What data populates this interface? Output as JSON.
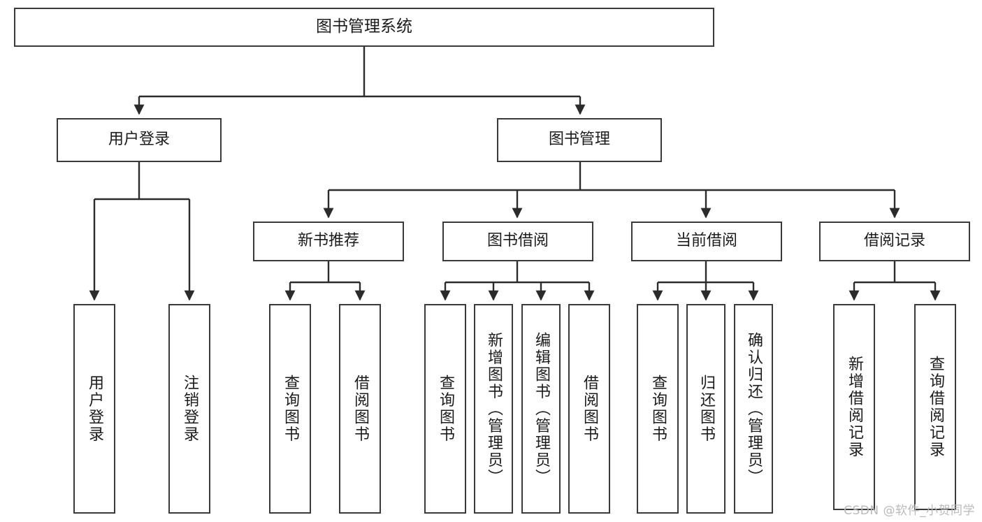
{
  "diagram": {
    "title": "图书管理系统",
    "type": "hierarchy-tree",
    "levels": 4,
    "colors": {
      "box_border": "#3a3a3a",
      "box_fill": "#ffffff",
      "edge": "#2b2b2b",
      "text": "#1b1b1b",
      "background": "#ffffff",
      "watermark": "#b9b9b9"
    },
    "root": {
      "id": "root",
      "label": "图书管理系统"
    },
    "level2": [
      {
        "id": "user-login",
        "label": "用户登录"
      },
      {
        "id": "book-manage",
        "label": "图书管理"
      }
    ],
    "level3": [
      {
        "id": "new-book-rec",
        "label": "新书推荐"
      },
      {
        "id": "book-borrow",
        "label": "图书借阅"
      },
      {
        "id": "current-borrow",
        "label": "当前借阅"
      },
      {
        "id": "borrow-record",
        "label": "借阅记录"
      }
    ],
    "leaves": {
      "user_login": [
        {
          "id": "leaf-user-login",
          "label": "用户登录"
        },
        {
          "id": "leaf-logout",
          "label": "注销登录"
        }
      ],
      "new_book_rec": [
        {
          "id": "leaf-query-book-1",
          "label": "查询图书"
        },
        {
          "id": "leaf-borrow-book-1",
          "label": "借阅图书"
        }
      ],
      "book_borrow": [
        {
          "id": "leaf-query-book-2",
          "label": "查询图书"
        },
        {
          "id": "leaf-add-book",
          "label": "新增图书（管理员）"
        },
        {
          "id": "leaf-edit-book",
          "label": "编辑图书（管理员）"
        },
        {
          "id": "leaf-borrow-book-2",
          "label": "借阅图书"
        }
      ],
      "current_borrow": [
        {
          "id": "leaf-query-book-3",
          "label": "查询图书"
        },
        {
          "id": "leaf-return-book",
          "label": "归还图书"
        },
        {
          "id": "leaf-confirm-return",
          "label": "确认归还（管理员）"
        }
      ],
      "borrow_record": [
        {
          "id": "leaf-add-record",
          "label": "新增借阅记录"
        },
        {
          "id": "leaf-query-record",
          "label": "查询借阅记录"
        }
      ]
    }
  },
  "watermark": {
    "text": "CSDN @软件_小贺同学"
  }
}
